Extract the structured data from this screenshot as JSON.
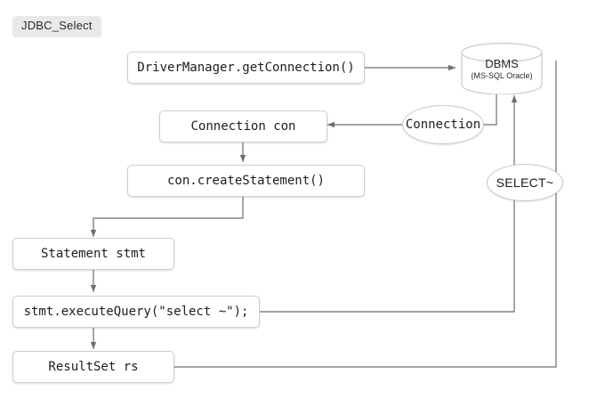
{
  "diagram": {
    "title": "JDBC_Select",
    "accent_border": "#cfcfcf",
    "chip_bg": "#e9e9e9",
    "line_color": "#6e6e6e",
    "nodes": {
      "driver_manager": "DriverManager.getConnection()",
      "connection_con": "Connection con",
      "create_statement": "con.createStatement()",
      "statement_stmt": "Statement stmt",
      "execute_query": "stmt.executeQuery(\"select ~\");",
      "result_set": "ResultSet rs"
    },
    "ellipses": {
      "connection": "Connection",
      "select": "SELECT~"
    },
    "database": {
      "name": "DBMS",
      "subtitle": "(MS-SQL Oracle)"
    }
  }
}
